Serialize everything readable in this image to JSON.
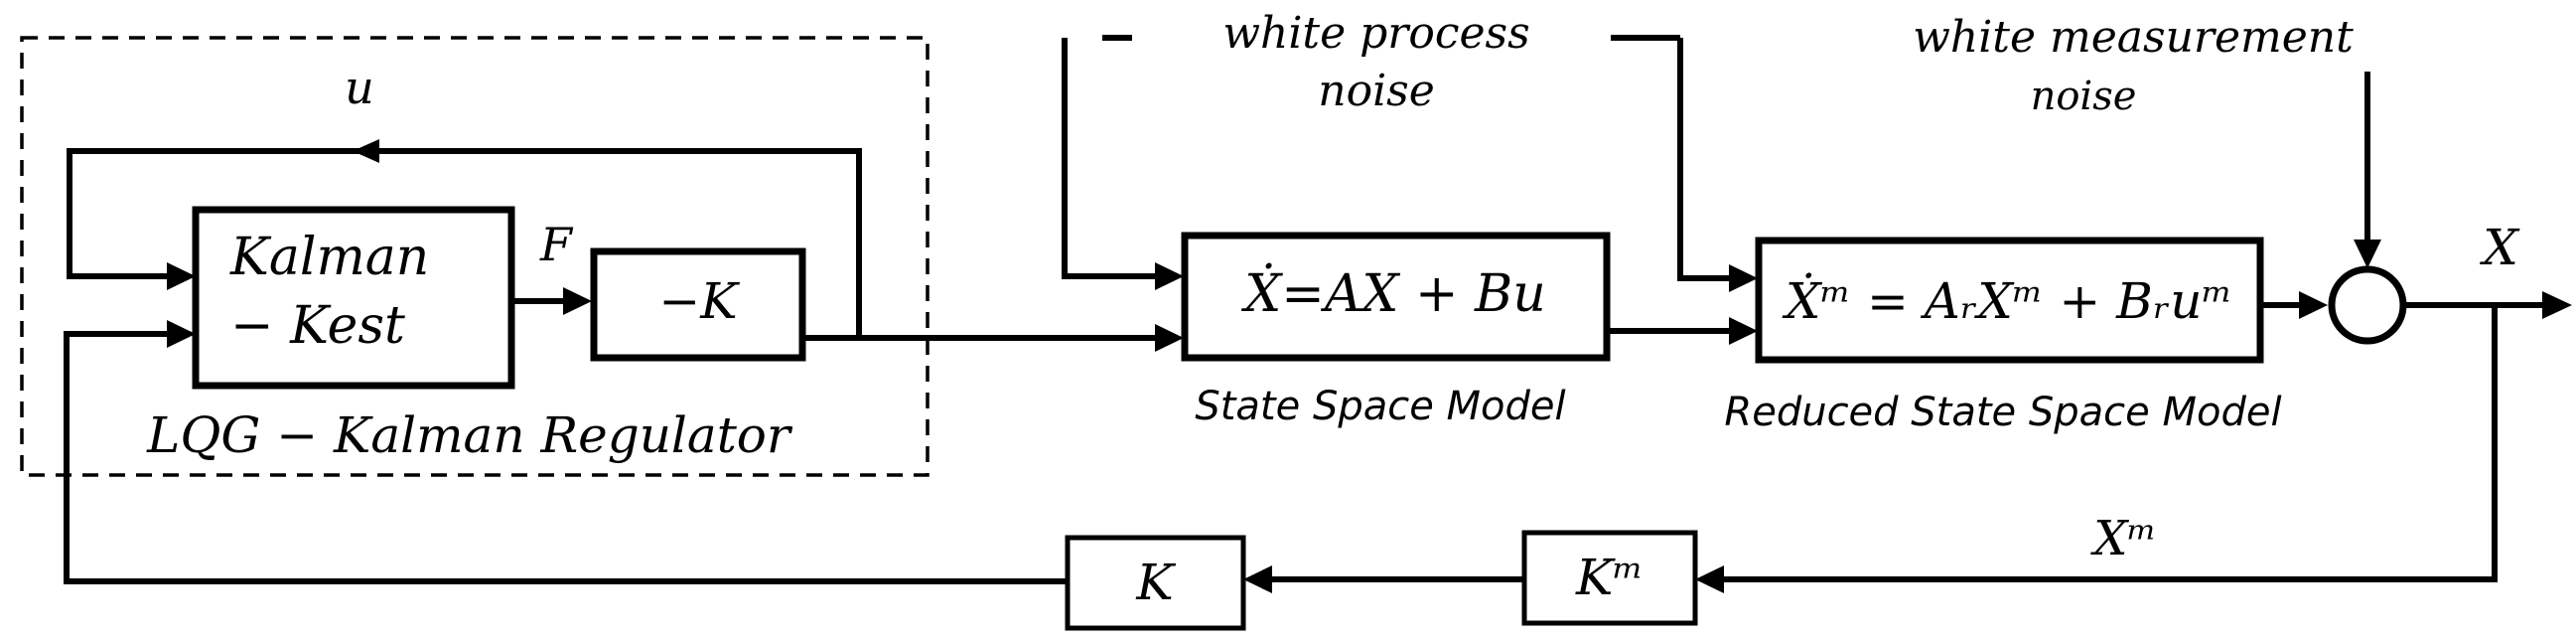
{
  "regulator": {
    "label": "LQG − Kalman Regulator",
    "kalman_line1": "Kalman",
    "kalman_line2": "− Kest",
    "gain_block": "−K",
    "feedback_signal": "u",
    "intermediate_signal": "F"
  },
  "noise": {
    "process_line1": "white process",
    "process_line2": "noise",
    "measurement_line1": "white measurement",
    "measurement_line2": "noise"
  },
  "state_space": {
    "equation": "Ẋ=AX + Bu",
    "caption": "State Space Model"
  },
  "reduced_model": {
    "equation": "Ẋᵐ = AᵣXᵐ + Bᵣuᵐ",
    "caption": "Reduced State Space Model"
  },
  "output": {
    "signal": "X",
    "measured_signal": "Xᵐ"
  },
  "feedback": {
    "gain_m": "Kᵐ",
    "gain": "K"
  }
}
